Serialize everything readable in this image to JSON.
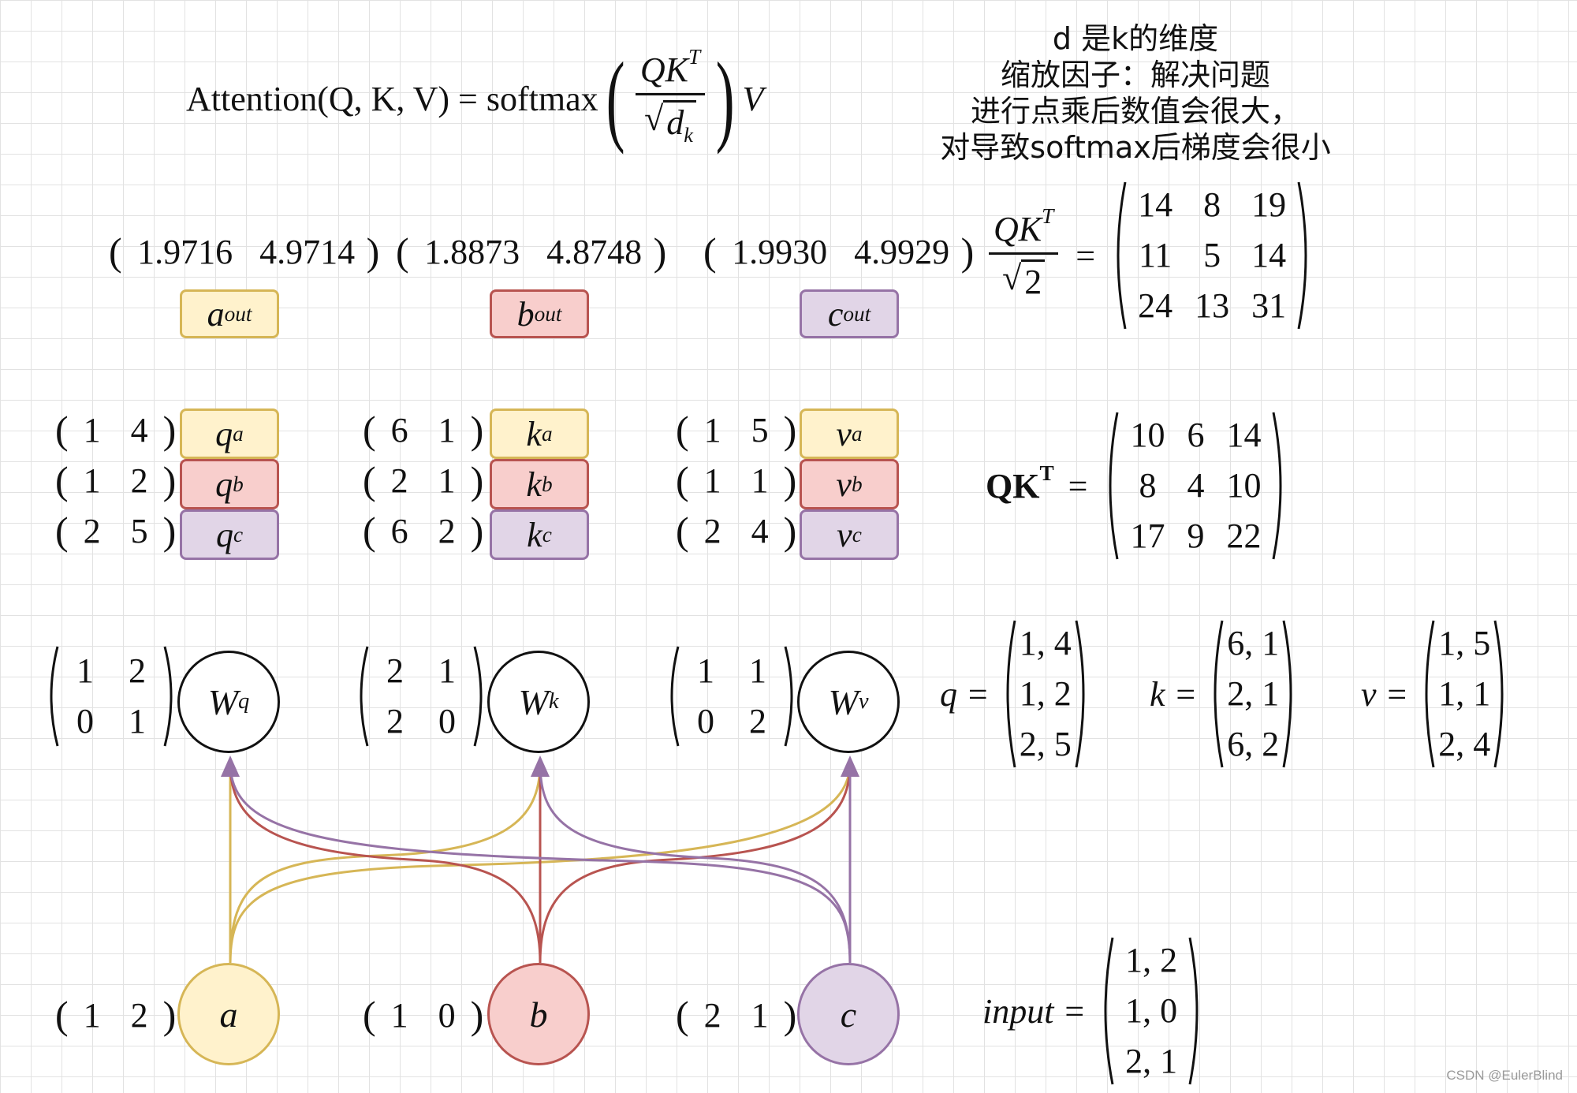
{
  "formula": {
    "lhs": "Attention(Q, K, V) = softmax",
    "numerator": "QK",
    "numerator_sup": "T",
    "denominator": "d",
    "denominator_sub": "k",
    "rhs": "V"
  },
  "note_lines": [
    "d 是k的维度",
    "缩放因子：解决问题",
    "进行点乘后数值会很大，",
    "对导致softmax后梯度会很小"
  ],
  "output_vectors": [
    {
      "v1": "1.9716",
      "v2": "4.9714"
    },
    {
      "v1": "1.8873",
      "v2": "4.8748"
    },
    {
      "v1": "1.9930",
      "v2": "4.9929"
    }
  ],
  "output_boxes": [
    {
      "base": "a",
      "sup": "out"
    },
    {
      "base": "b",
      "sup": "out"
    },
    {
      "base": "c",
      "sup": "out"
    }
  ],
  "scaled_scores": {
    "numerator": "QK",
    "numerator_sup": "T",
    "denominator": "2",
    "rows": [
      [
        "14",
        "8",
        "19"
      ],
      [
        "11",
        "5",
        "14"
      ],
      [
        "24",
        "13",
        "31"
      ]
    ]
  },
  "qkv_groups": [
    {
      "vectors": [
        [
          "1",
          "4"
        ],
        [
          "1",
          "2"
        ],
        [
          "2",
          "5"
        ]
      ],
      "boxes": [
        {
          "base": "q",
          "sup": "a"
        },
        {
          "base": "q",
          "sup": "b"
        },
        {
          "base": "q",
          "sup": "c"
        }
      ]
    },
    {
      "vectors": [
        [
          "6",
          "1"
        ],
        [
          "2",
          "1"
        ],
        [
          "6",
          "2"
        ]
      ],
      "boxes": [
        {
          "base": "k",
          "sup": "a"
        },
        {
          "base": "k",
          "sup": "b"
        },
        {
          "base": "k",
          "sup": "c"
        }
      ]
    },
    {
      "vectors": [
        [
          "1",
          "5"
        ],
        [
          "1",
          "1"
        ],
        [
          "2",
          "4"
        ]
      ],
      "boxes": [
        {
          "base": "v",
          "sup": "a"
        },
        {
          "base": "v",
          "sup": "b"
        },
        {
          "base": "v",
          "sup": "c"
        }
      ]
    }
  ],
  "qkt": {
    "label": "QK",
    "label_sup": "T",
    "rows": [
      [
        "10",
        "6",
        "14"
      ],
      [
        "8",
        "4",
        "10"
      ],
      [
        "17",
        "9",
        "22"
      ]
    ]
  },
  "weights": [
    {
      "base": "W",
      "sup": "q",
      "matrix": [
        [
          "1",
          "2"
        ],
        [
          "0",
          "1"
        ]
      ]
    },
    {
      "base": "W",
      "sup": "k",
      "matrix": [
        [
          "2",
          "1"
        ],
        [
          "2",
          "0"
        ]
      ]
    },
    {
      "base": "W",
      "sup": "v",
      "matrix": [
        [
          "1",
          "1"
        ],
        [
          "0",
          "2"
        ]
      ]
    }
  ],
  "qkv_columns": [
    {
      "label": "q =",
      "rows": [
        "1, 4",
        "1, 2",
        "2, 5"
      ]
    },
    {
      "label": "k =",
      "rows": [
        "6, 1",
        "2, 1",
        "6, 2"
      ]
    },
    {
      "label": "v =",
      "rows": [
        "1, 5",
        "1, 1",
        "2, 4"
      ]
    }
  ],
  "inputs": [
    {
      "label": "a",
      "vector": [
        "1",
        "2"
      ]
    },
    {
      "label": "b",
      "vector": [
        "1",
        "0"
      ]
    },
    {
      "label": "c",
      "vector": [
        "2",
        "1"
      ]
    }
  ],
  "input_matrix": {
    "label": "input =",
    "rows": [
      "1, 2",
      "1, 0",
      "2, 1"
    ]
  },
  "colors": {
    "yellow": "#d6b656",
    "red": "#b85450",
    "purple": "#9673a6",
    "yellow_fill": "#fff2cc",
    "red_fill": "#f8cecc",
    "purple_fill": "#e1d5e7"
  },
  "watermark": "CSDN @EulerBlind"
}
